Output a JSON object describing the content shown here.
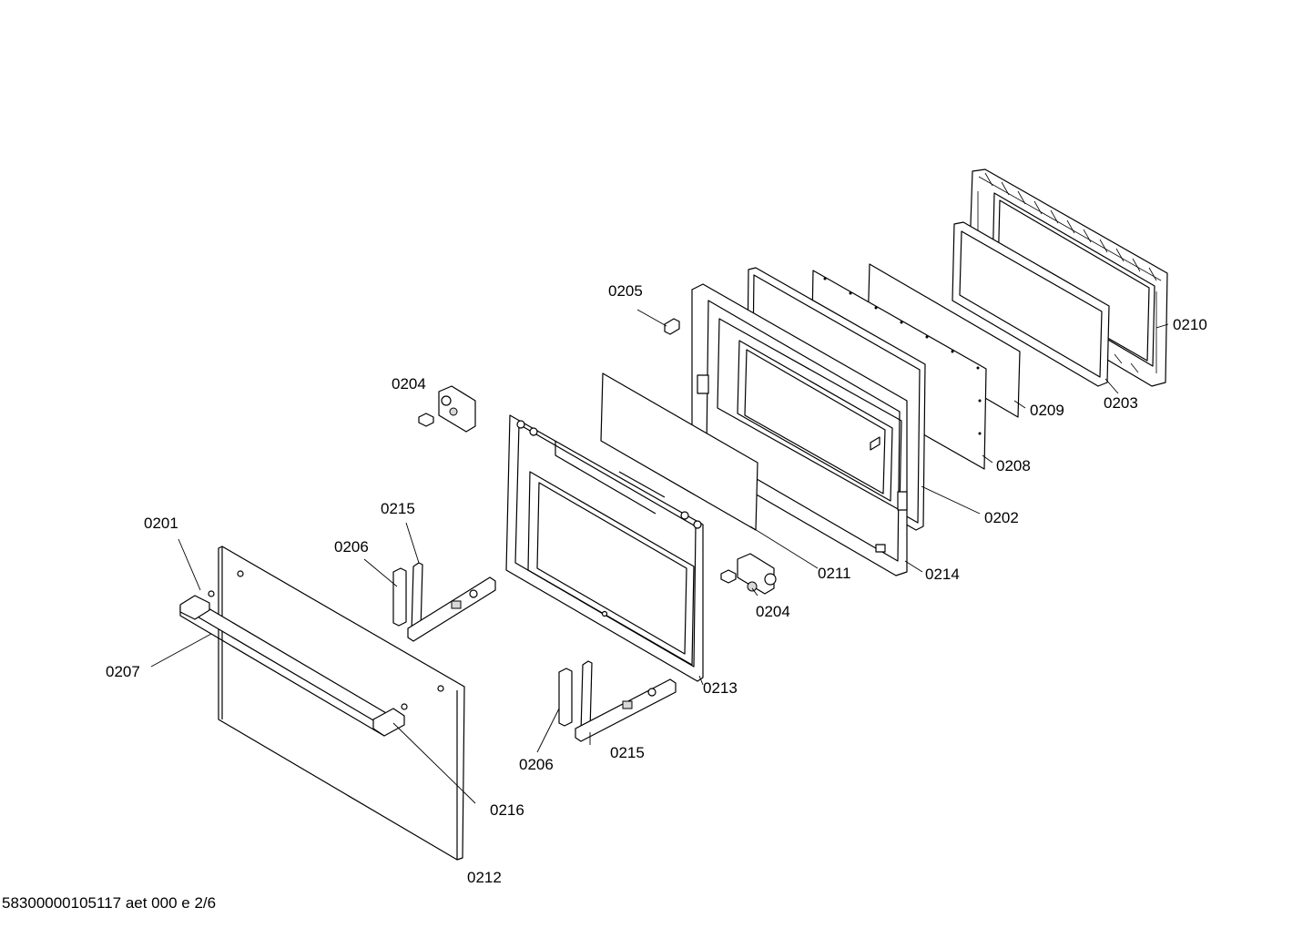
{
  "callouts": {
    "c0201": "0201",
    "c0202": "0202",
    "c0203": "0203",
    "c0204a": "0204",
    "c0204b": "0204",
    "c0205": "0205",
    "c0206a": "0206",
    "c0206b": "0206",
    "c0207": "0207",
    "c0208": "0208",
    "c0209": "0209",
    "c0210": "0210",
    "c0211": "0211",
    "c0212": "0212",
    "c0213": "0213",
    "c0214": "0214",
    "c0215a": "0215",
    "c0215b": "0215",
    "c0216": "0216"
  },
  "footer": {
    "document_code": "58300000105117 aet 000 e 2/6"
  }
}
